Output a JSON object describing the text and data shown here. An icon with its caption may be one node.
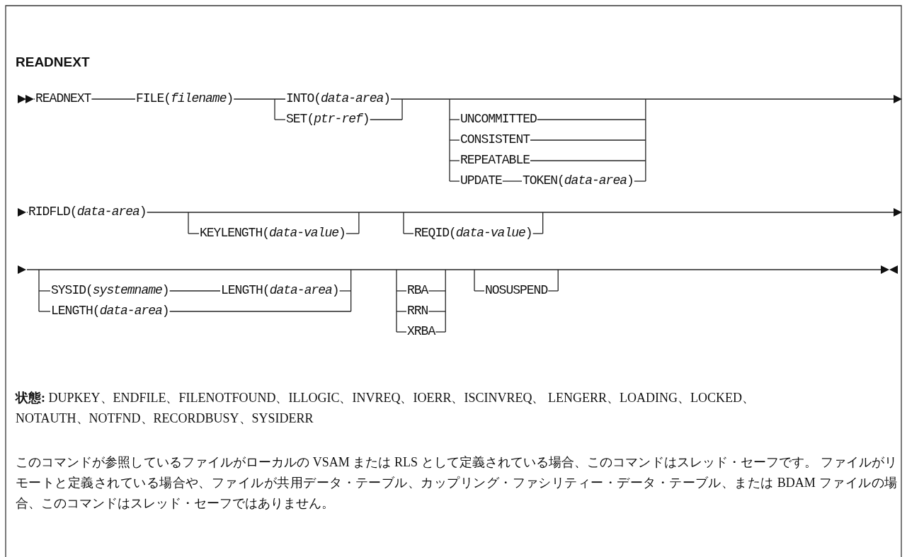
{
  "diagram": {
    "title": "READNEXT",
    "labels": [
      "READNEXT",
      "FILE(*filename*)",
      "INTO(*data-area*)",
      "SET(*ptr-ref*)",
      "UNCOMMITTED",
      "CONSISTENT",
      "REPEATABLE",
      "UPDATE",
      "TOKEN(*data-area*)",
      "RIDFLD(*data-area*)",
      "KEYLENGTH(*data-value*)",
      "REQID(*data-value*)",
      "SYSID(*systemname*)",
      "LENGTH(*data-area*)",
      "LENGTH(*data-area*)",
      "RBA",
      "RRN",
      "XRBA",
      "NOSUSPEND",
      "**状態:** DUPKEY、ENDFILE、FILENOTFOUND、ILLOGIC、INVREQ、IOERR、ISCINVREQ、 LENGERR、LOADING、LOCKED、NOTAUTH、NOTFND、RECORDBUSY、SYSIDERR",
      "このコマンドが参照しているファイルがローカルの VSAM または RLS として定義されている場合、このコマンドはスレッド・セーフです。 ファイルがリモートと定義されている場合や、ファイルが共用データ・テーブル、カップリング・ファシリティー・データ・テーブル、または BDAM ファイルの場合、このコマンドはスレッド・セーフではありません。"
    ]
  }
}
